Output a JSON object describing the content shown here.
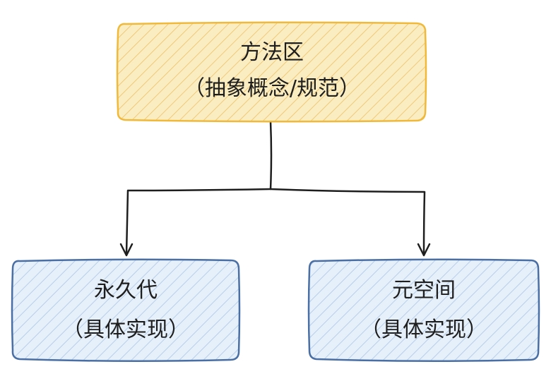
{
  "diagram": {
    "root": {
      "title": "方法区",
      "subtitle": "（抽象概念/规范）",
      "fill": "#fbedc2",
      "stroke": "#f0b93a",
      "hatch": "#efc978"
    },
    "left": {
      "title": "永久代",
      "subtitle": "（具体实现）",
      "fill": "#e6f0fa",
      "stroke": "#4a6fa5",
      "hatch": "#b8cfe8"
    },
    "right": {
      "title": "元空间",
      "subtitle": "（具体实现）",
      "fill": "#e6f0fa",
      "stroke": "#4a6fa5",
      "hatch": "#b8cfe8"
    },
    "connector_color": "#1e1e1e"
  }
}
